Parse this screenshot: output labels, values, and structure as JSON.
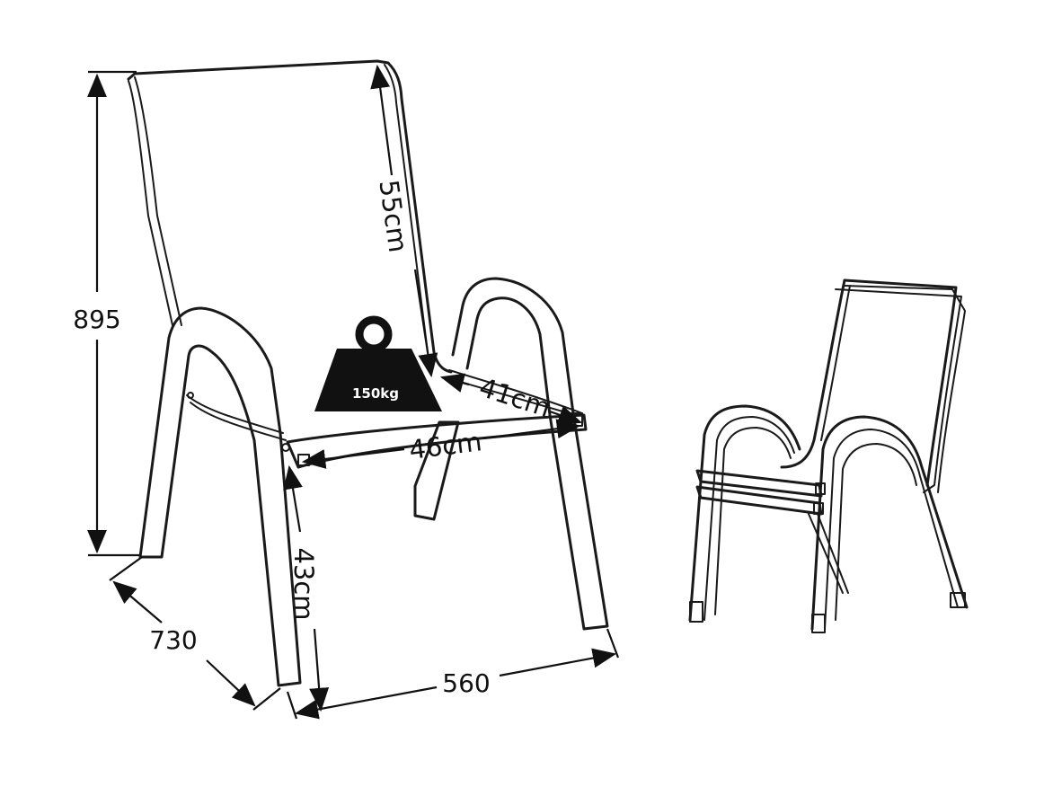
{
  "dimensions": {
    "height_total": "895",
    "depth_total": "730",
    "width_total": "560",
    "backrest_height": "55cm",
    "seat_depth": "41cm",
    "seat_width": "46cm",
    "seat_height": "43cm"
  },
  "weight_badge": {
    "label": "150kg",
    "color": "#111111"
  },
  "colors": {
    "line": "#1a1a1a",
    "background": "#ffffff"
  },
  "icons": [
    "weight-icon",
    "chair-icon",
    "stacked-chairs-icon"
  ]
}
